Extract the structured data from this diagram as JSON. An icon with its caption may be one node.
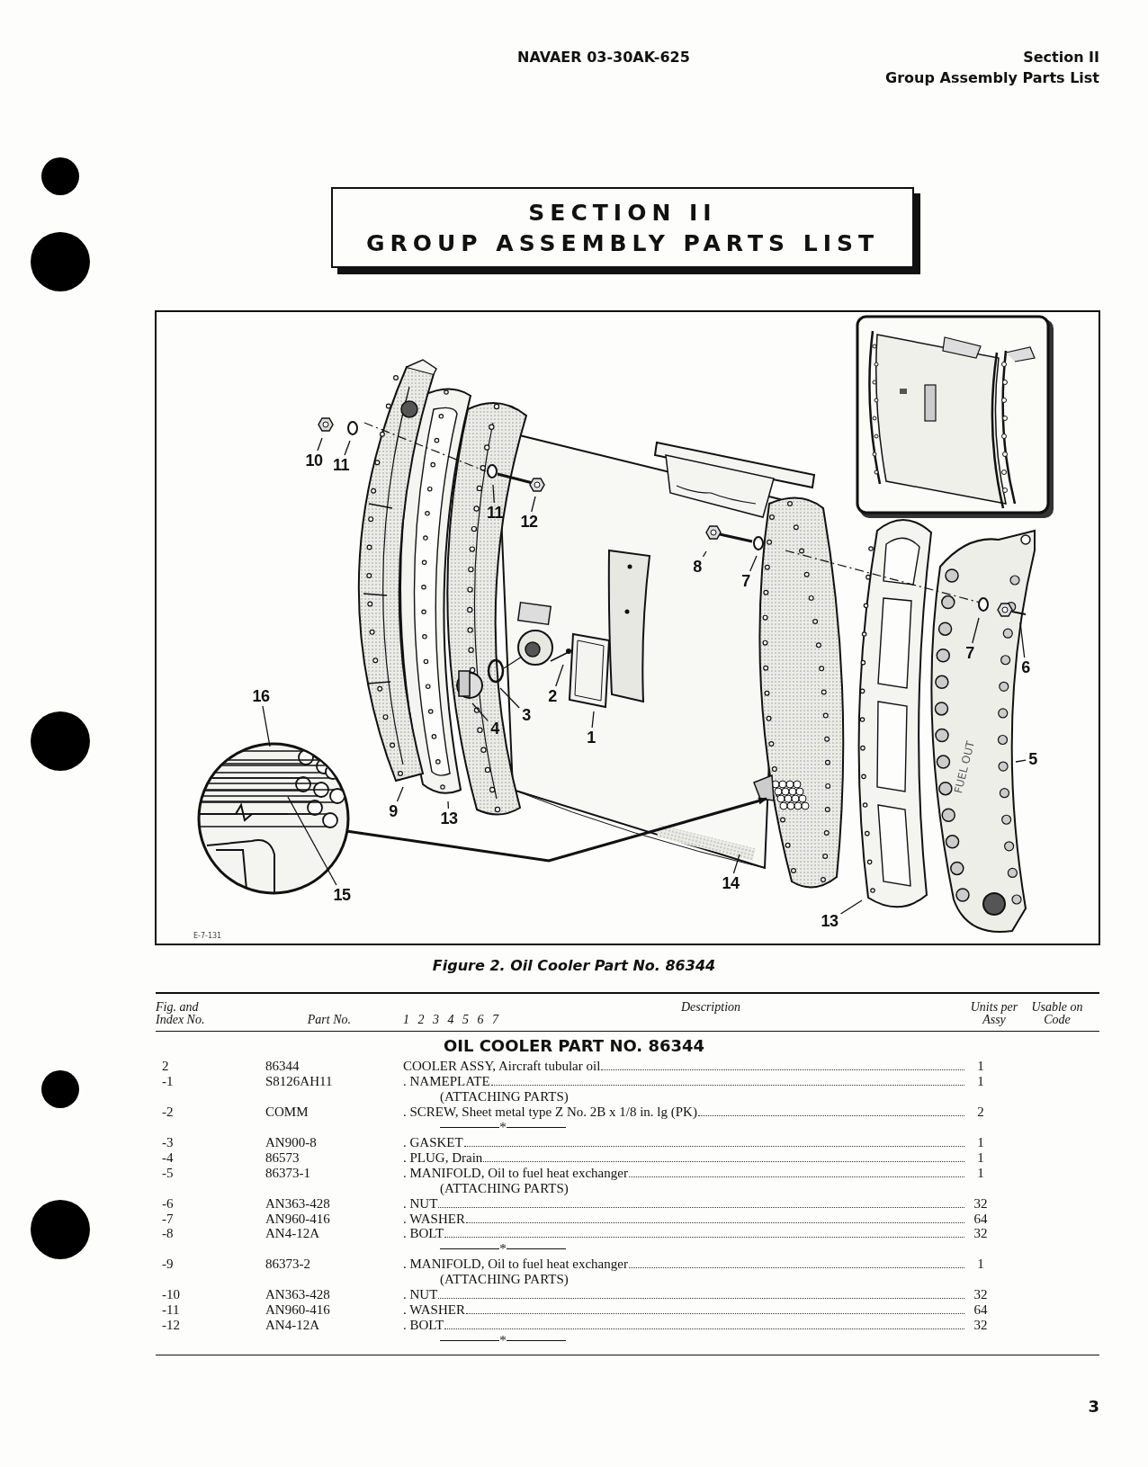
{
  "diagram": {
    "title": "SECTION II GROUP ASSEMBLY PARTS LIST",
    "caption": "Figure 2. Oil Cooler Part No. 86344",
    "nodes": [
      {
        "text": [
          "10"
        ]
      },
      {
        "text": [
          "11"
        ]
      },
      {
        "text": [
          "11"
        ]
      },
      {
        "text": [
          "12"
        ]
      },
      {
        "text": [
          "8"
        ]
      },
      {
        "text": [
          "7"
        ]
      },
      {
        "text": [
          "2"
        ]
      },
      {
        "text": [
          "7"
        ]
      },
      {
        "text": [
          "6"
        ]
      },
      {
        "text": [
          "3"
        ]
      },
      {
        "text": [
          "16"
        ]
      },
      {
        "text": [
          "4"
        ]
      },
      {
        "text": [
          "1"
        ]
      },
      {
        "text": [
          "5"
        ]
      },
      {
        "text": [
          "9"
        ]
      },
      {
        "text": [
          "13"
        ]
      },
      {
        "text": [
          "14"
        ]
      },
      {
        "text": [
          "15"
        ]
      },
      {
        "text": [
          "13"
        ]
      },
      {
        "text": [],
        "shape": "picture"
      }
    ],
    "edges": [
      {
        "from": 0,
        "to": null,
        "arrow": "none"
      },
      {
        "from": 1,
        "to": null,
        "arrow": "none"
      },
      {
        "from": 2,
        "to": null,
        "arrow": "none"
      },
      {
        "from": 3,
        "to": null,
        "arrow": "none"
      },
      {
        "from": 4,
        "to": null,
        "arrow": "none"
      },
      {
        "from": 5,
        "to": null,
        "arrow": "none"
      },
      {
        "from": 6,
        "to": null,
        "arrow": "none"
      },
      {
        "from": 7,
        "to": null,
        "arrow": "none"
      },
      {
        "from": 8,
        "to": null,
        "arrow": "none"
      },
      {
        "from": 9,
        "to": null,
        "arrow": "none"
      },
      {
        "from": 10,
        "to": 19,
        "arrow": "none"
      },
      {
        "from": 11,
        "to": null,
        "arrow": "none"
      },
      {
        "from": 12,
        "to": null,
        "arrow": "none"
      },
      {
        "from": 13,
        "to": null,
        "arrow": "none"
      },
      {
        "from": 14,
        "to": null,
        "arrow": "none"
      },
      {
        "from": 15,
        "to": null,
        "arrow": "none"
      },
      {
        "from": 16,
        "to": null,
        "arrow": "none"
      },
      {
        "from": 17,
        "to": 19,
        "arrow": "none"
      },
      {
        "from": 18,
        "to": null,
        "arrow": "none"
      },
      {
        "from": 19,
        "to": null,
        "arrow": "to"
      }
    ],
    "labels": [
      "NAVAER 03-30AK-625",
      "Section II",
      "Group Assembly Parts List",
      "FUEL OUT",
      "E-7-131",
      "Fig. and Index No.",
      "Part No.",
      "1 2 3 4 5 6 7",
      "Description",
      "Units per Assy",
      "Usable on Code",
      "OIL COOLER PART NO. 86344",
      "2",
      "86344",
      "COOLER ASSY, Aircraft tubular oil",
      "1",
      "-1",
      "S8126AH11",
      ". NAMEPLATE",
      "1",
      "(ATTACHING PARTS)",
      "-2",
      "COMM",
      ". SCREW, Sheet metal type Z No. 2B x 1/8 in. lg (PK)",
      "2",
      "*",
      "-3",
      "AN900-8",
      ". GASKET",
      "1",
      "-4",
      "86573",
      ". PLUG, Drain",
      "1",
      "-5",
      "86373-1",
      ". MANIFOLD, Oil to fuel heat exchanger",
      "1",
      "(ATTACHING PARTS)",
      "-6",
      "AN363-428",
      ". NUT",
      "32",
      "-7",
      "AN960-416",
      ". WASHER",
      "64",
      "-8",
      "AN4-12A",
      ". BOLT",
      "32",
      "*",
      "-9",
      "86373-2",
      ". MANIFOLD, Oil to fuel heat exchanger",
      "1",
      "(ATTACHING PARTS)",
      "-10",
      "AN363-428",
      ". NUT",
      "32",
      "-11",
      "AN960-416",
      ". WASHER",
      "64",
      "-12",
      "AN4-12A",
      ". BOLT",
      "32",
      "*",
      "3"
    ]
  }
}
